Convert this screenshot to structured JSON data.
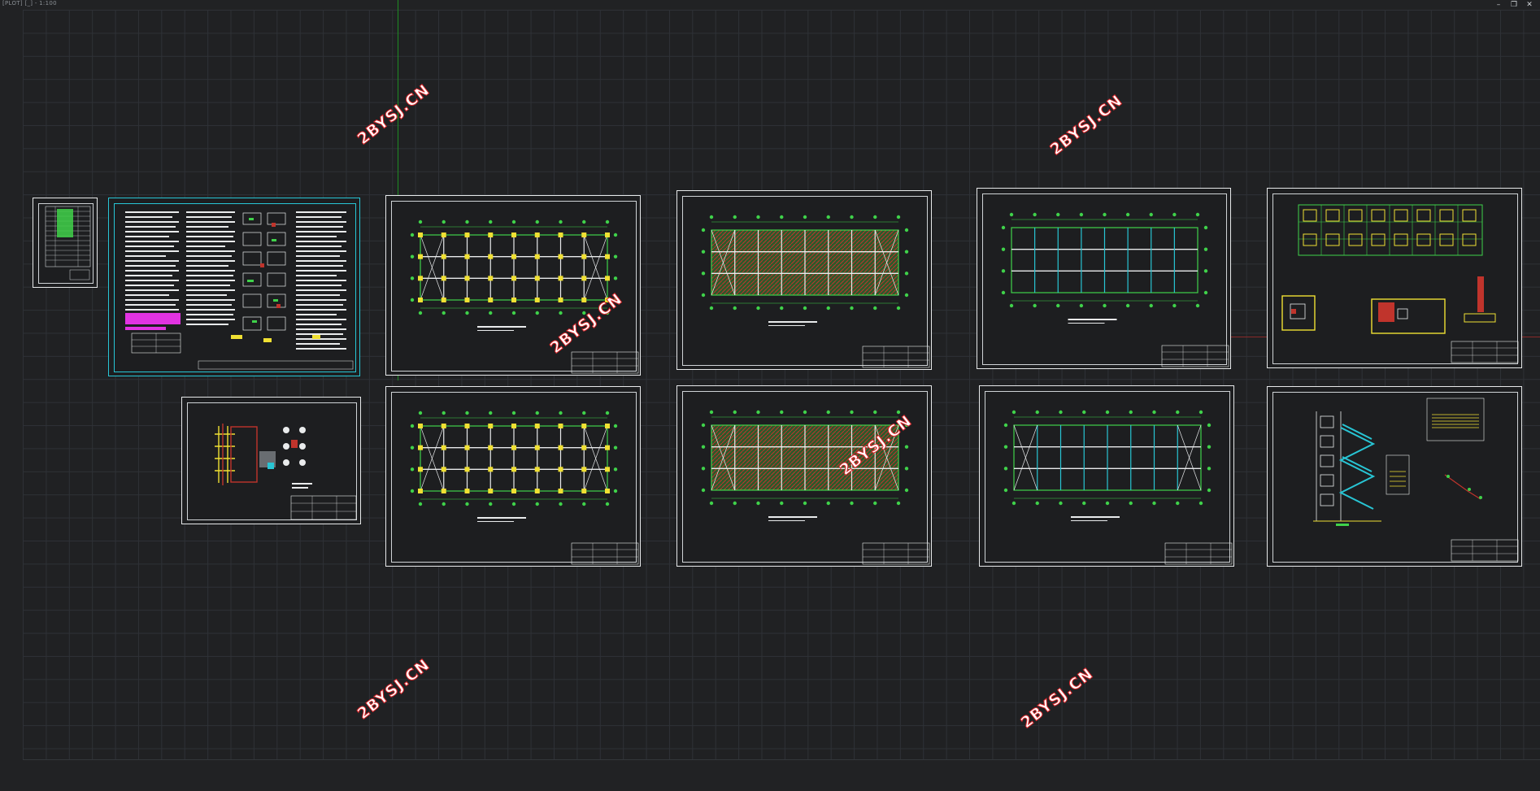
{
  "window": {
    "title": "[PLOT] [_] - 1:100",
    "controls": {
      "minimize": "–",
      "restore": "❐",
      "close": "✕"
    }
  },
  "watermarks": [
    "2BYSJ.CN",
    "2BYSJ.CN",
    "2BYSJ.CN",
    "2BYSJ.CN",
    "2BYSJ.CN",
    "2BYSJ.CN"
  ],
  "colors": {
    "background": "#212224",
    "grid": "#2e3136",
    "sheet_border": "#e7e9ea",
    "selected_border": "#27c6d6",
    "plan_green": "#3fd24a",
    "column_yellow": "#f0e033",
    "rebar_cyan": "#28c5d4",
    "hatch_red": "#c0342c",
    "note_magenta": "#e233e2",
    "watermark_fill": "#ffffff",
    "watermark_stroke": "#d9262a"
  },
  "sheets": [
    "drawing-index",
    "structural-design-notes",
    "detail-sheet",
    "floor-plan-1",
    "slab-reinforcement-plan-1",
    "beam-reinforcement-plan-1",
    "foundation-plan",
    "floor-plan-2",
    "slab-reinforcement-plan-2",
    "beam-reinforcement-plan-2",
    "stair-details"
  ]
}
